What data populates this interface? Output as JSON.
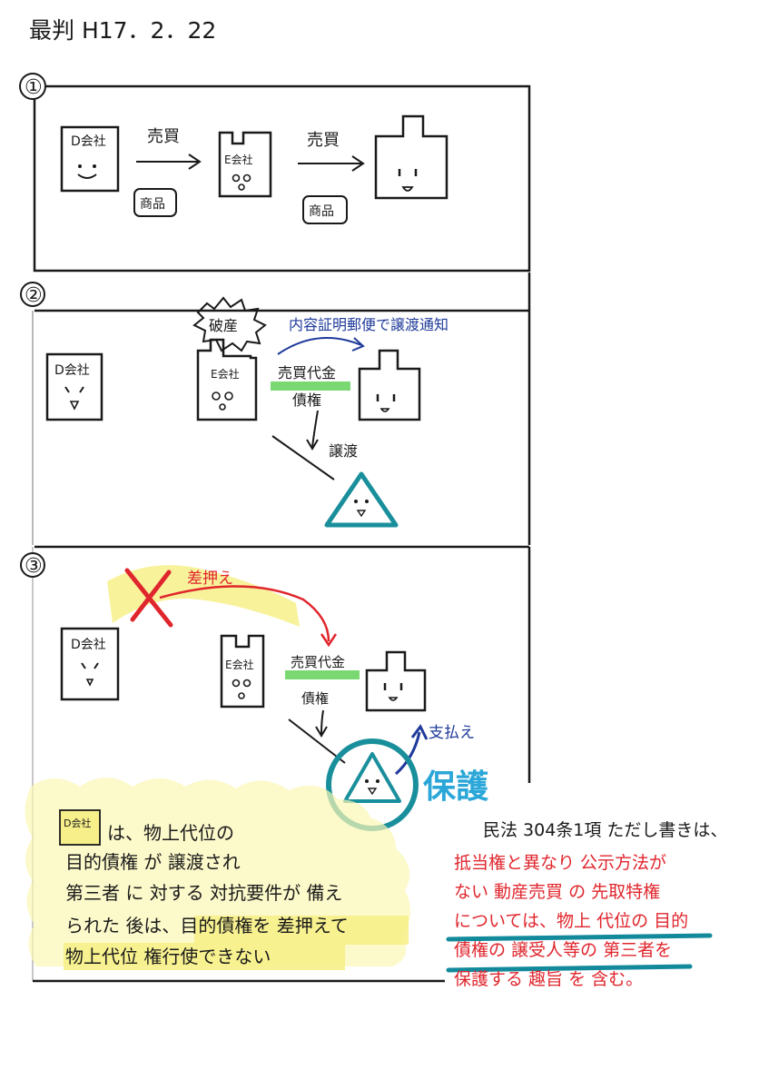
{
  "header": {
    "title": "最判 H17．2．22"
  },
  "panel1": {
    "number": "①",
    "d_company": "D会社",
    "e_company": "E会社",
    "sale_label_1": "売買",
    "sale_label_2": "売買",
    "goods_1": "商品",
    "goods_2": "商品"
  },
  "panel2": {
    "number": "②",
    "bankruptcy": "破産",
    "notice": "内容証明郵便で譲渡通知",
    "d_company": "D会社",
    "e_company": "E会社",
    "claim_line1": "売買代金",
    "claim_line2": "債権",
    "transfer": "譲渡"
  },
  "panel3": {
    "number": "③",
    "seizure": "差押え",
    "d_company": "D会社",
    "e_company": "E会社",
    "claim_line1": "売買代金",
    "claim_line2": "債権",
    "payment": "支払え",
    "protection": "保護"
  },
  "note_left": {
    "badge": "D会社",
    "lines": [
      "は、物上代位の",
      "目的債権 が 譲渡され",
      "第三者 に 対する 対抗要件が 備え",
      "られた 後は、目的債権を 差押えて",
      "物上代位 権行使できない"
    ]
  },
  "note_right": {
    "heading": "民法 304条1項 ただし書きは、",
    "lines": [
      "抵当権と異なり 公示方法が",
      "ない 動産売買 の 先取特権",
      "については、物上 代位の 目的",
      "債権の 譲受人等の 第三者を",
      "保護する 趣旨 を 含む。"
    ]
  },
  "colors": {
    "ink": "#1a1a1a",
    "blue": "#1f3a9a",
    "red": "#e0262d",
    "green": "#63d15a",
    "teal": "#1a8f9c",
    "cyan_text": "#2aa6d8",
    "yellow": "#f7f08a",
    "teal_underline": "#138a9b"
  }
}
